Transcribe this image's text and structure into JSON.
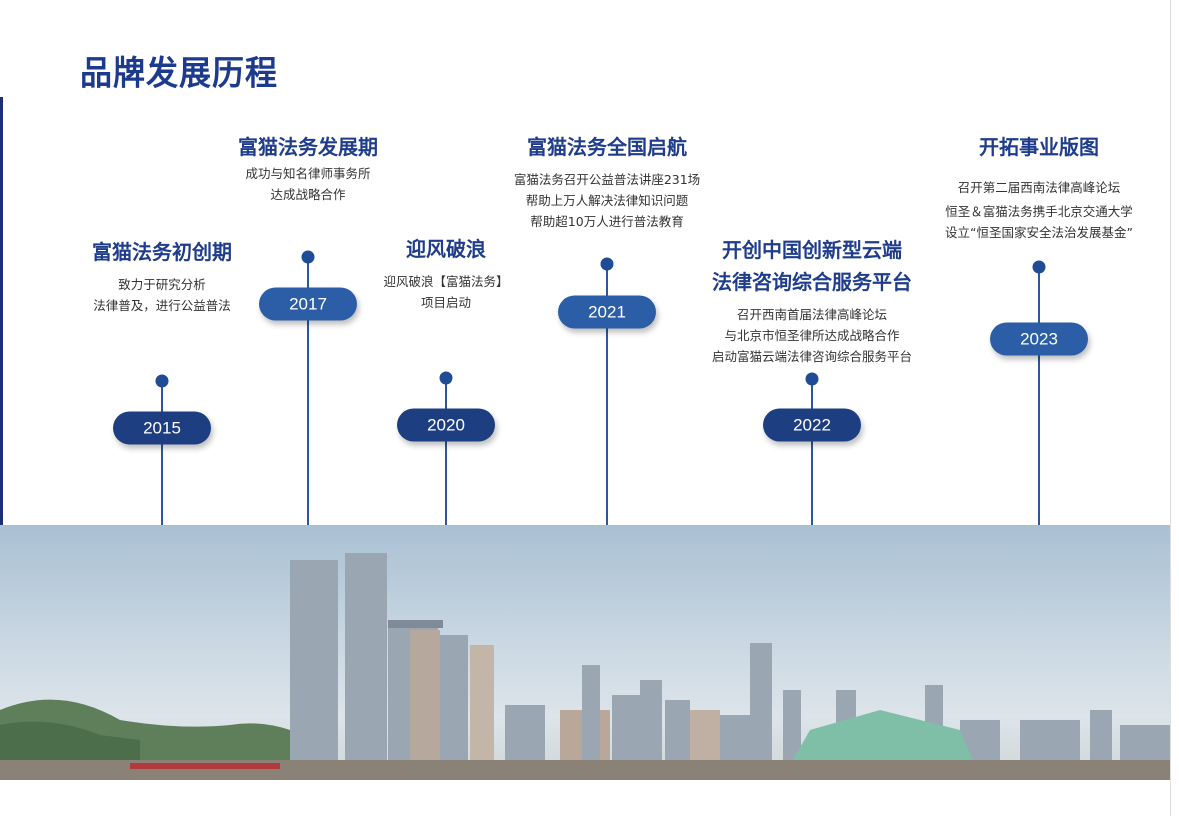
{
  "page_title": "品牌发展历程",
  "milestones": [
    {
      "year": "2015",
      "title": "富猫法务初创期",
      "lines": [
        "致力于研究分析",
        "法律普及，进行公益普法"
      ]
    },
    {
      "year": "2017",
      "title": "富猫法务发展期",
      "lines": [
        "成功与知名律师事务所",
        "达成战略合作"
      ]
    },
    {
      "year": "2020",
      "title": "迎风破浪",
      "lines": [
        "迎风破浪【富猫法务】",
        "项目启动"
      ]
    },
    {
      "year": "2021",
      "title": "富猫法务全国启航",
      "lines": [
        "富猫法务召开公益普法讲座231场",
        "帮助上万人解决法律知识问题",
        "帮助超10万人进行普法教育"
      ]
    },
    {
      "year": "2022",
      "title": "开创中国创新型云端",
      "title2": "法律咨询综合服务平台",
      "lines": [
        "召开西南首届法律高峰论坛",
        "与北京市恒圣律所达成战略合作",
        "启动富猫云端法律咨询综合服务平台"
      ]
    },
    {
      "year": "2023",
      "title": "开拓事业版图",
      "lines": [
        "召开第二届西南法律高峰论坛",
        "恒圣＆富猫法务携手北京交通大学",
        "设立“恒圣国家安全法治发展基金”"
      ]
    }
  ]
}
